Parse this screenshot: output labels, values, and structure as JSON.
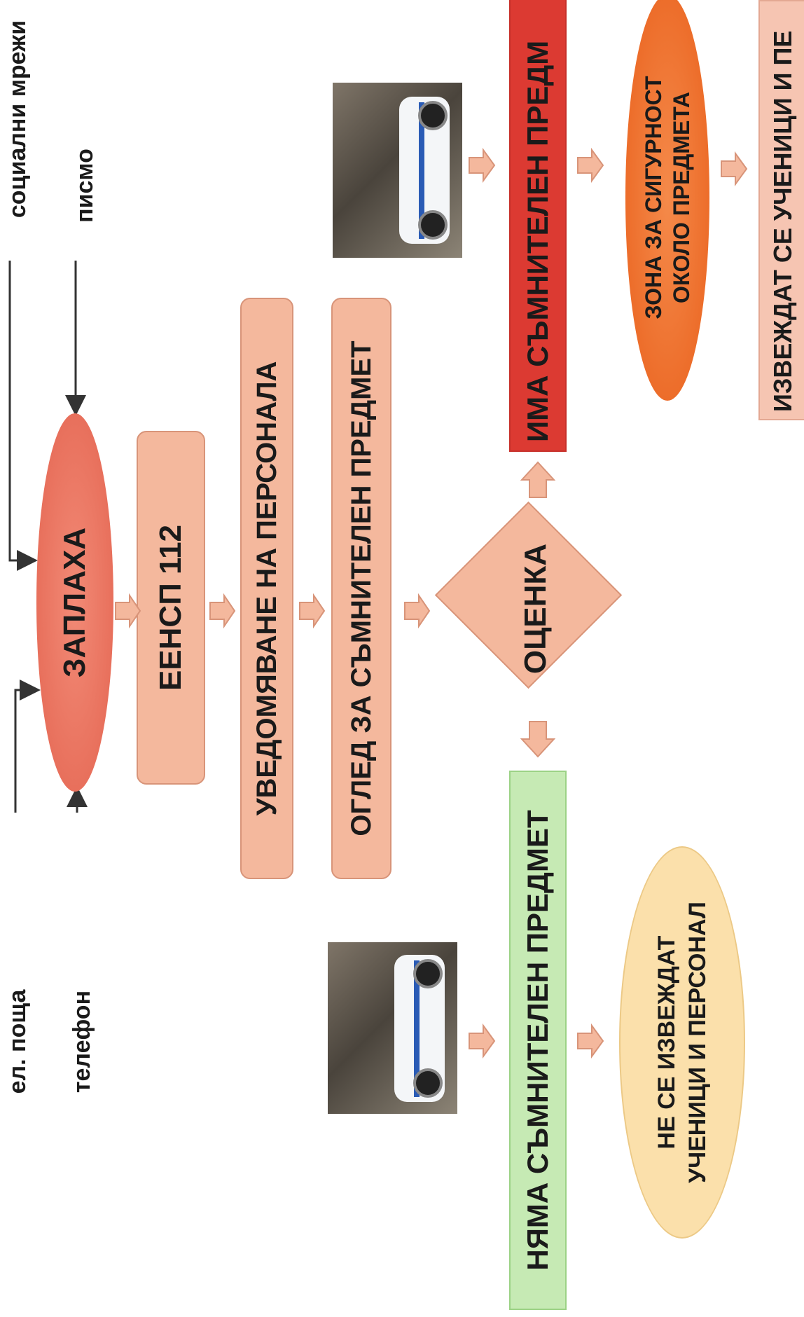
{
  "sources": {
    "email": "ел. поща",
    "phone": "телефон",
    "social": "социални мрежи",
    "letter": "писмо"
  },
  "nodes": {
    "threat": "ЗАПЛАХА",
    "emergency": "ЕЕНСП 112",
    "notify": "УВЕДОМЯВАНЕ НА ПЕРСОНАЛА",
    "inspect": "ОГЛЕД ЗА СЪМНИТЕЛЕН ПРЕДМЕТ",
    "assess": "ОЦЕНКА",
    "no_item": "НЯМА СЪМНИТЕЛЕН ПРЕДМЕТ",
    "has_item": "ИМА СЪМНИТЕЛЕН ПРЕДМ",
    "no_evac_line1": "НЕ СЕ ИЗВЕЖДАТ",
    "no_evac_line2": "УЧЕНИЦИ И ПЕРСОНАЛ",
    "zone_line1": "ЗОНА ЗА СИГУРНОСТ",
    "zone_line2": "ОКОЛО ПРЕДМЕТА",
    "evac": "ИЗВЕЖДАТ СЕ УЧЕНИЦИ И ПЕ"
  },
  "colors": {
    "threat": "#e8705c",
    "box": "#f4b89d",
    "has_item": "#dc3a32",
    "no_item": "#c6eab4",
    "zone": "#ec6b28",
    "no_evac": "#fbe0ab",
    "arrow": "#f4b89d"
  }
}
